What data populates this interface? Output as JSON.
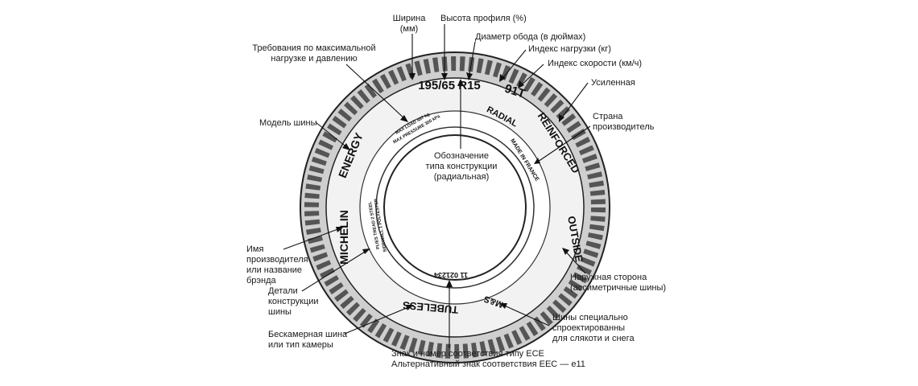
{
  "tire": {
    "size_code": "195/65 R15",
    "load_speed_code": "91T",
    "radial": "RADIAL",
    "reinforced": "REINFORCED",
    "made_in": "MADE IN FRANCE",
    "outside": "OUTSIDE",
    "ms": "M&S",
    "tubeless": "TUBELESS",
    "ece_code": "11 021234",
    "brand": "MICHELIN",
    "model": "ENERGY",
    "max_load": "MAX LOAD 487 kg",
    "max_pressure": "MAX PRESSURE 300 kPa",
    "plies_tread": "PLIES TREAD 2 STEEL",
    "plies_sidewall": "SIDEWALL 1 POLYESTER"
  },
  "labels": {
    "width": "Ширина\n(мм)",
    "profile_height": "Высота профиля (%)",
    "rim_diameter": "Диаметр обода (в дюймах)",
    "load_index": "Индекс нагрузки (кг)",
    "speed_index": "Индекс скорости (км/ч)",
    "load_pressure": "Требования по максимальной\nнагрузке и давлению",
    "model": "Модель шины",
    "reinforced": "Усиленная",
    "country": "Страна\nпроизводитель",
    "construction_type": "Обозначение\nтипа конструкции\n(радиальная)",
    "manufacturer": "Имя\nпроизводителя\nили название\nбрэнда",
    "construction_details": "Детали\nконструкции\nшины",
    "outer_side": "Наружная сторона\n(ассиметричные шины)",
    "tubeless": "Бескамерная шина\nили тип камеры",
    "mud_snow": "Шины специально\nспроектированны\nдля  слякоти и снега",
    "ece": "Знак и номер соответствия типу ECE\nАльтернативный знак соответствия EEC — e11"
  }
}
